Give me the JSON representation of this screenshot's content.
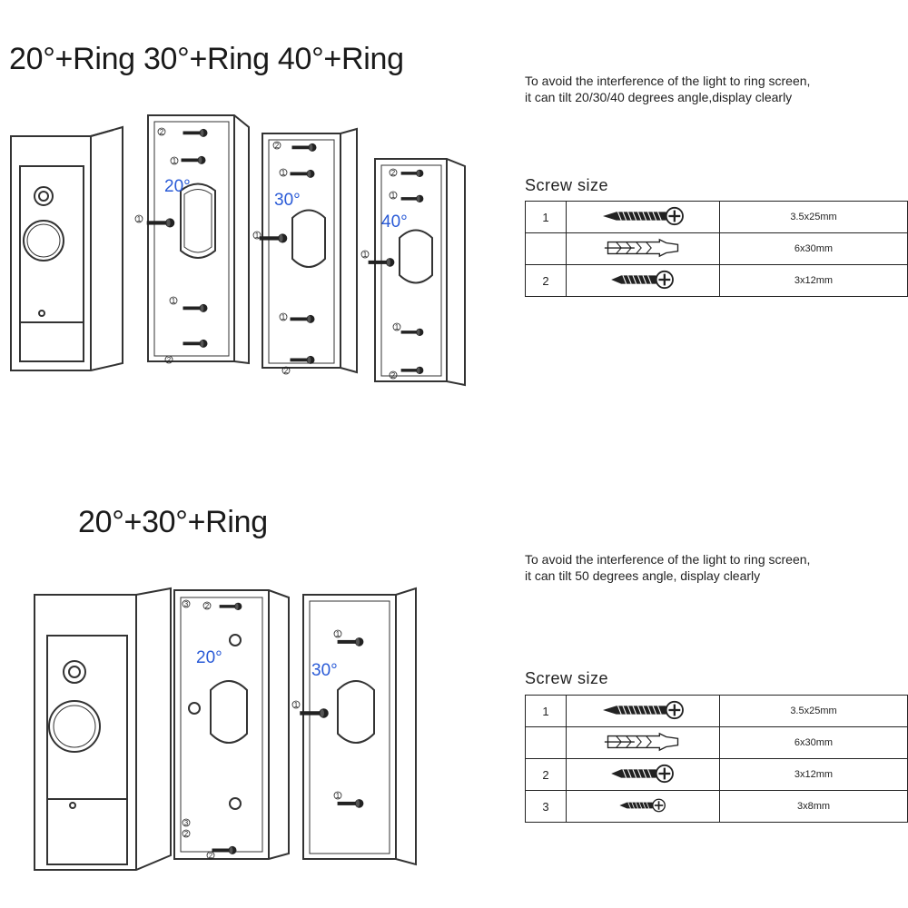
{
  "top": {
    "title": "20°+Ring  30°+Ring  40°+Ring",
    "note_line1": "To avoid the interference of the light to ring screen,",
    "note_line2": "it can tilt 20/30/40 degrees angle,display clearly",
    "screw_heading": "Screw size",
    "angles": [
      "20°",
      "30°",
      "40°"
    ],
    "screws": [
      {
        "index": "1",
        "type": "wood-screw",
        "size": "3.5x25mm"
      },
      {
        "index": "",
        "type": "wall-anchor",
        "size": "6x30mm"
      },
      {
        "index": "2",
        "type": "short-screw",
        "size": "3x12mm"
      }
    ]
  },
  "bottom": {
    "title": "20°+30°+Ring",
    "note_line1": "To avoid the interference of the light to ring screen,",
    "note_line2": "it can tilt 50 degrees angle, display clearly",
    "screw_heading": "Screw size",
    "angles": [
      "20°",
      "30°"
    ],
    "screws": [
      {
        "index": "1",
        "type": "wood-screw",
        "size": "3.5x25mm"
      },
      {
        "index": "",
        "type": "wall-anchor",
        "size": "6x30mm"
      },
      {
        "index": "2",
        "type": "short-screw",
        "size": "3x12mm"
      },
      {
        "index": "3",
        "type": "tiny-screw",
        "size": "3x8mm"
      }
    ]
  },
  "callouts": {
    "one": "1",
    "two": "2",
    "three": "3"
  }
}
